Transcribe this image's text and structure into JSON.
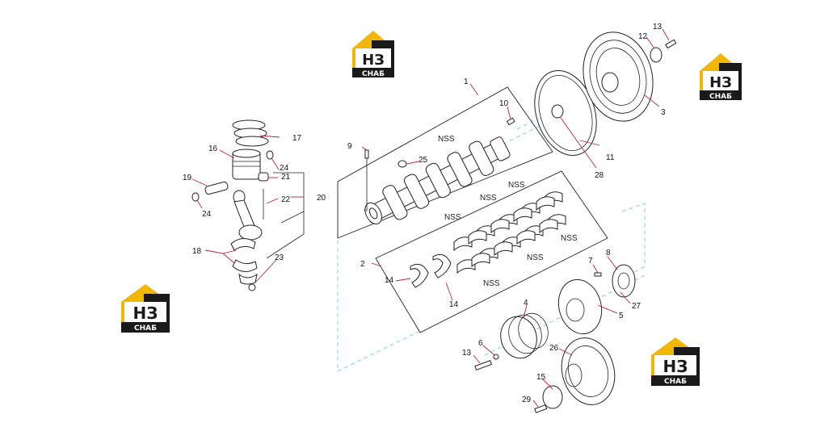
{
  "callouts": {
    "c1": "1",
    "c2": "2",
    "c3": "3",
    "c4": "4",
    "c5": "5",
    "c6": "6",
    "c7": "7",
    "c8": "8",
    "c9": "9",
    "c10": "10",
    "c11": "11",
    "c12": "12",
    "c13a": "13",
    "c13b": "13",
    "c14a": "14",
    "c14b": "14",
    "c15": "15",
    "c16": "16",
    "c17": "17",
    "c18": "18",
    "c19": "19",
    "c20": "20",
    "c21": "21",
    "c22": "22",
    "c23": "23",
    "c24a": "24",
    "c24b": "24",
    "c25": "25",
    "c26": "26",
    "c27": "27",
    "c28": "28",
    "c29": "29"
  },
  "nss": {
    "n1": "NSS",
    "n2": "NSS",
    "n3": "NSS",
    "n4": "NSS",
    "n5": "NSS",
    "n6": "NSS",
    "n7": "NSS"
  },
  "logo": {
    "mark": "НЗ",
    "caption": "СНАБ",
    "accent": "#f2b705",
    "dark": "#1a1a1a"
  }
}
